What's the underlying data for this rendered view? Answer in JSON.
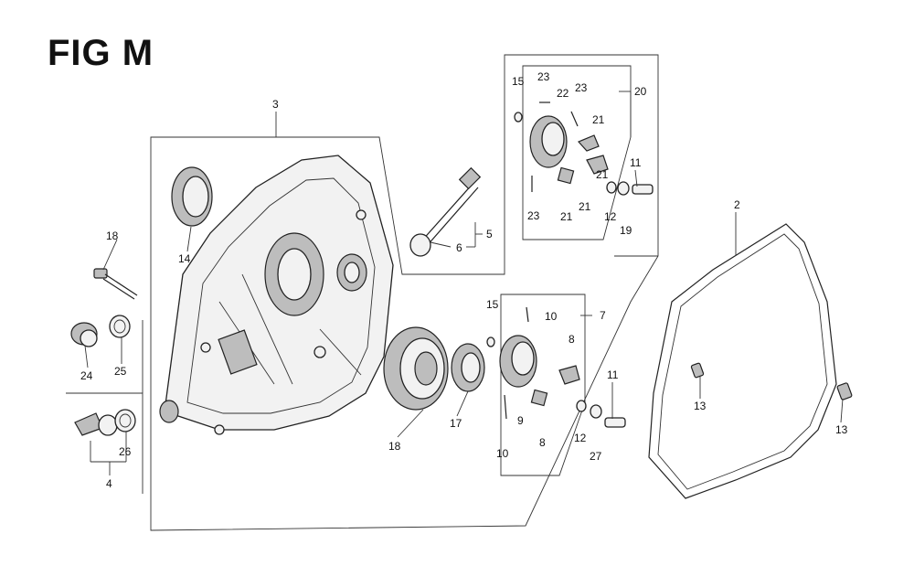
{
  "figure": {
    "title": "FIG M"
  },
  "labels": {
    "l2": "2",
    "l3": "3",
    "l4": "4",
    "l5": "5",
    "l6": "6",
    "l7": "7",
    "l8a": "8",
    "l8b": "8",
    "l9": "9",
    "l10a": "10",
    "l10b": "10",
    "l11a": "11",
    "l11b": "11",
    "l12a": "12",
    "l12b": "12",
    "l13a": "13",
    "l13b": "13",
    "l14": "14",
    "l15a": "15",
    "l15b": "15",
    "l17": "17",
    "l18a": "18",
    "l18b": "18",
    "l19": "19",
    "l20": "20",
    "l21a": "21",
    "l21b": "21",
    "l21c": "21",
    "l21d": "21",
    "l22": "22",
    "l23a": "23",
    "l23b": "23",
    "l23c": "23",
    "l24": "24",
    "l25": "25",
    "l26": "26",
    "l27": "27"
  }
}
